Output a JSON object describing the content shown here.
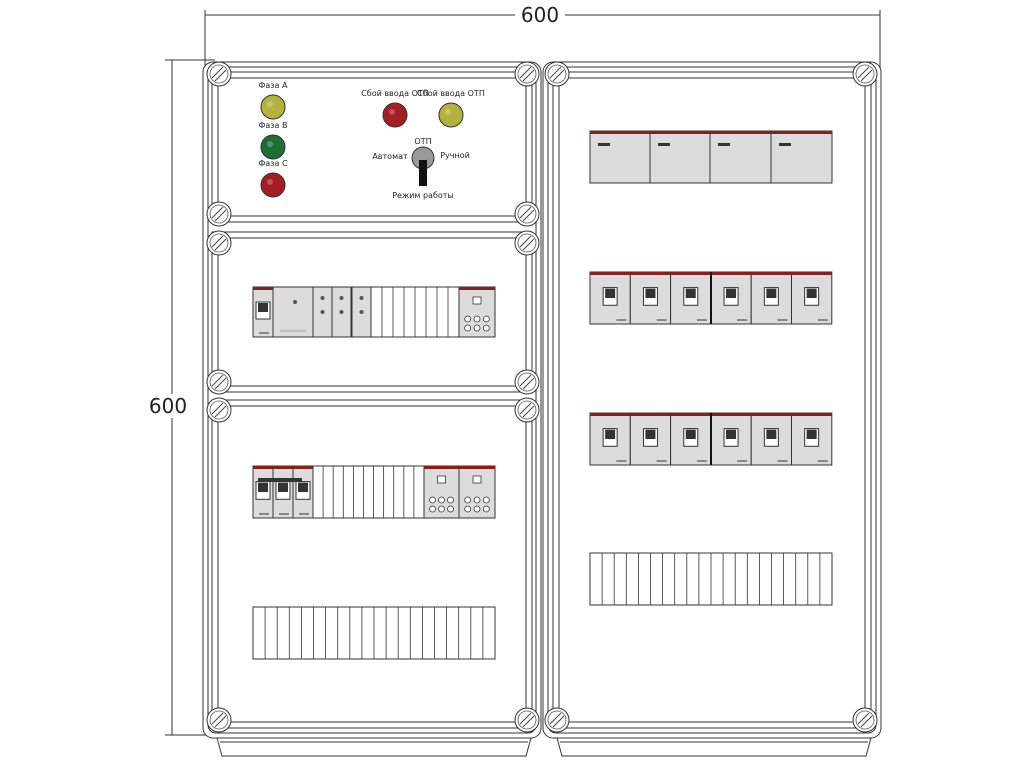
{
  "dimensions": {
    "width_label": "600",
    "height_label": "600"
  },
  "indicators": [
    {
      "label": "Фаза A",
      "color": "#b3b23c"
    },
    {
      "label": "Фаза B",
      "color": "#1e6e35"
    },
    {
      "label": "Фаза C",
      "color": "#a51d24"
    },
    {
      "label": "Сбой ввода ОТП",
      "color": "#a51d24"
    },
    {
      "label": "Сбой ввода ОТП",
      "color": "#b3b23c"
    }
  ],
  "selector": {
    "left_label": "Автомат",
    "top_label": "ОТП",
    "right_label": "Ручной",
    "bottom_label": "Режим работы"
  },
  "colors": {
    "outline": "#333333",
    "device_gray": "#dcdcdc",
    "device_stripe": "#8b1f1f",
    "panel_fill": "#ffffff"
  }
}
